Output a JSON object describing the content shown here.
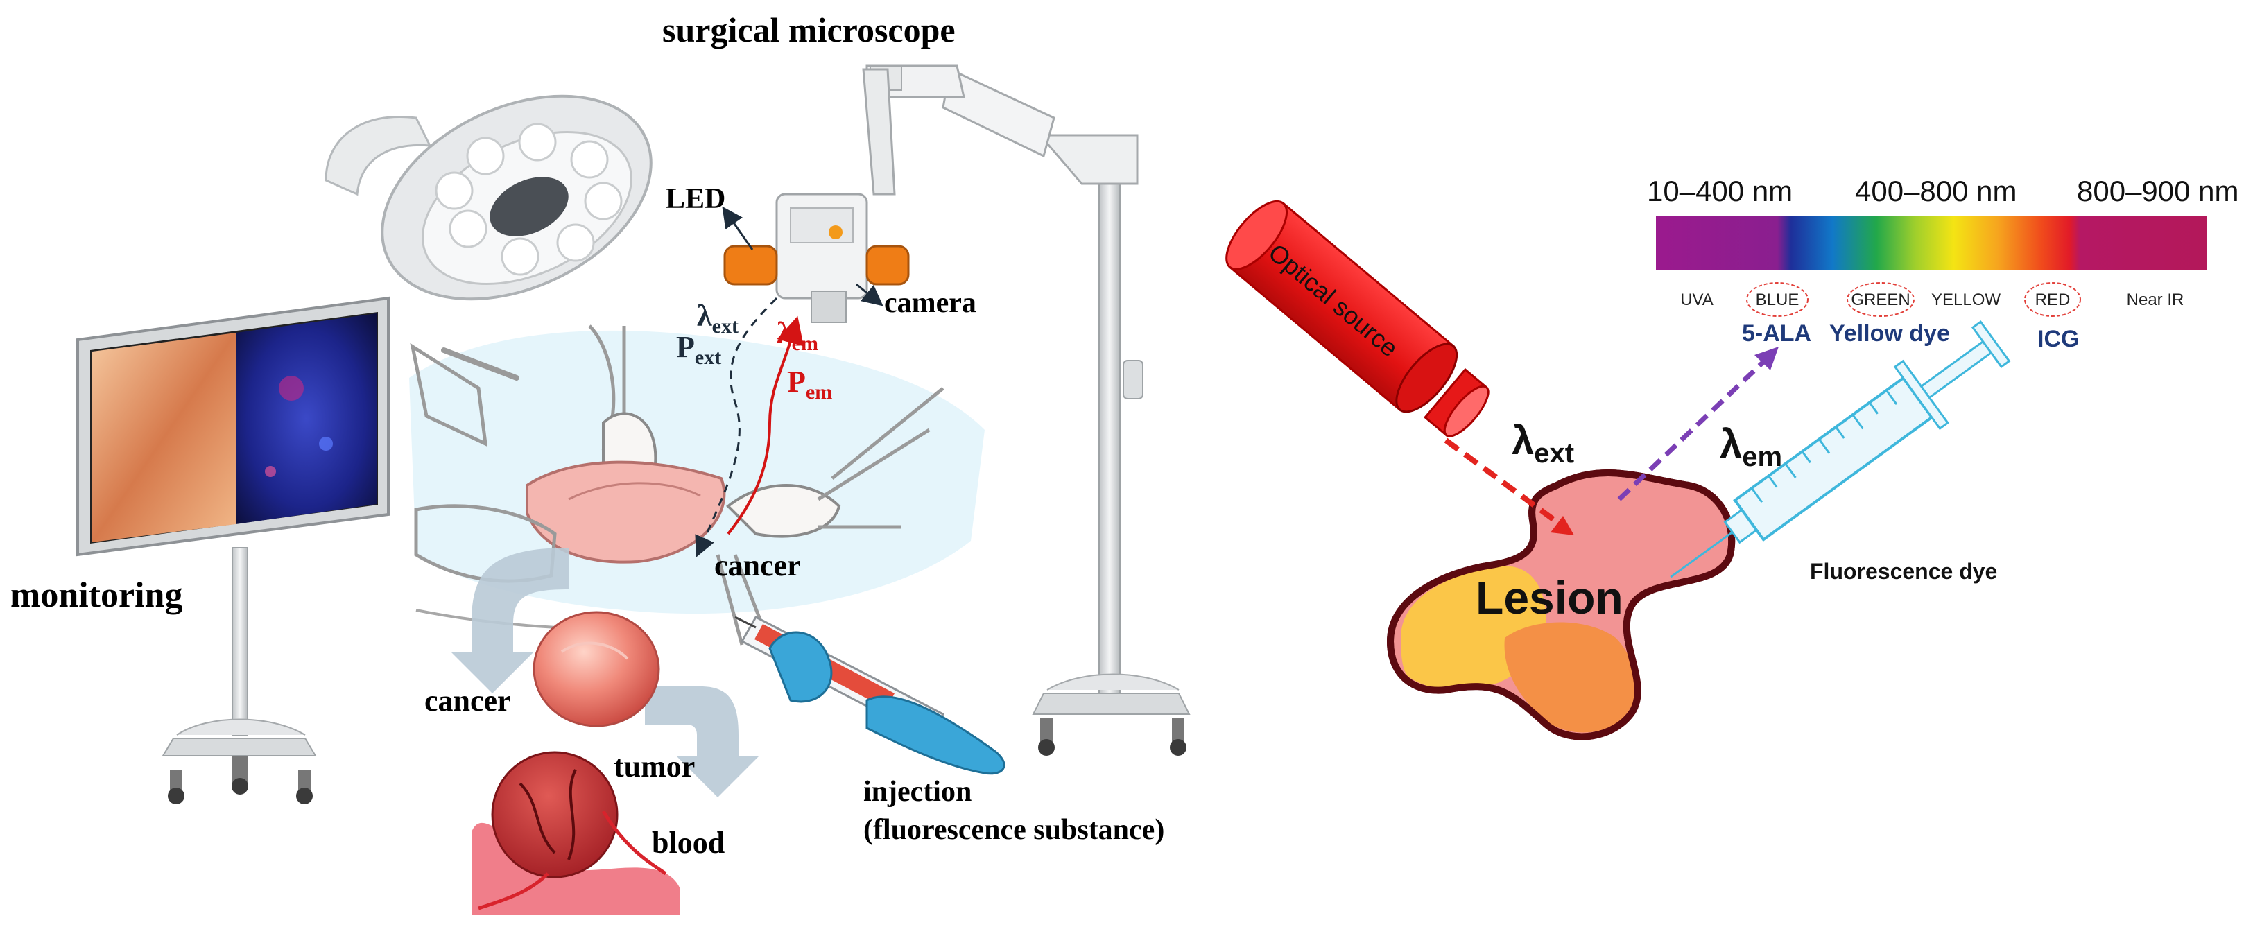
{
  "left_panel": {
    "title": "surgical microscope",
    "led": "LED",
    "camera": "camera",
    "monitoring": "monitoring",
    "lambda_ext": {
      "symbol": "λ",
      "sub": "ext"
    },
    "p_ext": {
      "symbol": "P",
      "sub": "ext"
    },
    "lambda_em": {
      "symbol": "λ",
      "sub": "em"
    },
    "p_em": {
      "symbol": "P",
      "sub": "em"
    },
    "cancer_site": "cancer",
    "cancer_cycle": "cancer",
    "tumor": "tumor",
    "blood": "blood",
    "injection": "injection",
    "injection_sub": "(fluorescence substance)"
  },
  "right_panel": {
    "spectrum": {
      "ranges": [
        "10–400 nm",
        "400–800 nm",
        "800–900 nm"
      ],
      "bands": [
        "UVA",
        "BLUE",
        "GREEN",
        "YELLOW",
        "RED",
        "Near IR"
      ],
      "circled_bands": [
        "BLUE",
        "GREEN",
        "RED"
      ],
      "dyes": [
        "5-ALA",
        "Yellow dye",
        "ICG"
      ]
    },
    "optical_source": "Optical source",
    "lambda_ext": {
      "symbol": "λ",
      "sub": "ext"
    },
    "lambda_em": {
      "symbol": "λ",
      "sub": "em"
    },
    "lesion": "Lesion",
    "dye_label": "Fluorescence dye"
  },
  "colors": {
    "emission_path": "#d41414",
    "excitation_path": "#1e2d3c",
    "em_arrow": "#7b3fb5",
    "ext_arrow": "#e3241f",
    "dye_text": "#1f3a7a",
    "lesion_outline": "#5c0a10"
  }
}
